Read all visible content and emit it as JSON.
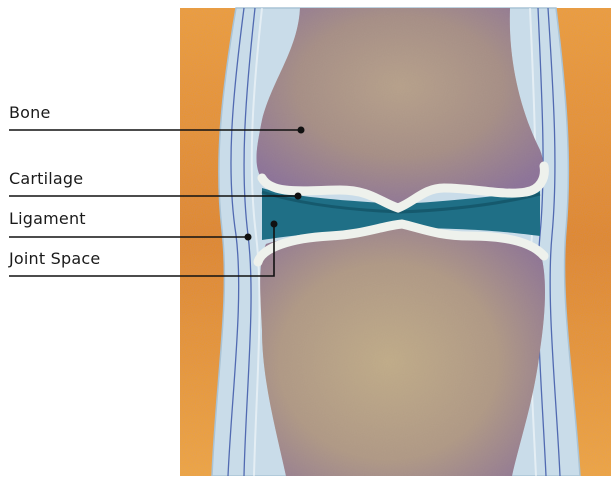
{
  "labels": {
    "bone": "Bone",
    "cartilage": "Cartilage",
    "ligament": "Ligament",
    "joint_space": "Joint Space"
  },
  "colors": {
    "tissue_orange": "#e8921c",
    "capsule_blue": "#c7dbe8",
    "bone_yellow": "#d7c27a",
    "bone_purple": "#8a6f95",
    "cartilage": "#eef1ec",
    "synovial_fluid": "#1f6f86",
    "leader_line": "#111111"
  }
}
